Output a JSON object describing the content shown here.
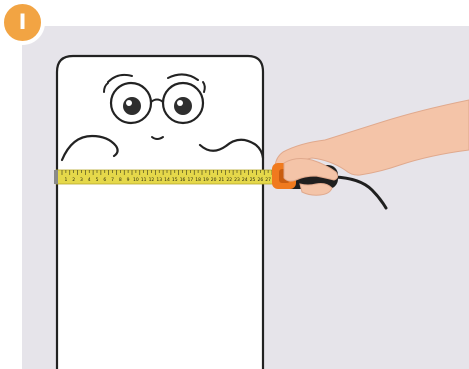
{
  "step": {
    "badge_label": "I"
  },
  "tape_measure": {
    "scale_labels": [
      "1",
      "2",
      "3",
      "4",
      "5",
      "6",
      "7",
      "8",
      "9",
      "10",
      "11",
      "12",
      "13",
      "14",
      "15",
      "16",
      "17",
      "18",
      "19",
      "20",
      "21",
      "22",
      "23",
      "24",
      "25",
      "26",
      "27"
    ]
  },
  "colors": {
    "badge": "#f2a443",
    "panel_background": "#e6e4ea",
    "tape": "#e5d84a",
    "tape_case": "#f07a1e",
    "outline": "#222222"
  }
}
